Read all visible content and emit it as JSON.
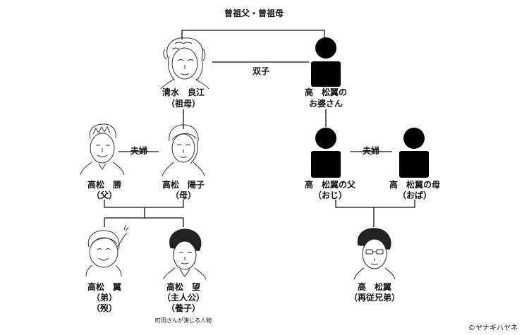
{
  "top_label": "曾祖父・曾祖母",
  "relations": {
    "twins": "双子",
    "couple_left": "夫婦",
    "couple_right": "夫婦"
  },
  "people": {
    "shimizu": {
      "name": "清水　良江",
      "role": "（祖母）"
    },
    "takamatsu_grandma": {
      "name": "高　松翼の",
      "role": "お婆さん"
    },
    "masaru": {
      "name": "高松　勝",
      "role": "（父）"
    },
    "yoko": {
      "name": "高松　陽子",
      "role": "（母）"
    },
    "uncle": {
      "name": "高　松翼の父",
      "role": "（おじ）"
    },
    "aunt": {
      "name": "高　松翼の母",
      "role": "（おば）"
    },
    "tsubasa_brother": {
      "name": "高松　翼",
      "role": "（弟）",
      "note": "（歿）"
    },
    "nozomu": {
      "name": "高松　望",
      "role": "（主人公）",
      "note": "（養子）",
      "caption": "町田さんが演じる人物"
    },
    "tsubasa_cousin": {
      "name": "高　松翼",
      "role": "（再従兄弟）"
    }
  },
  "credit": "©ヤナギハヤネ",
  "colors": {
    "line": "#111111",
    "silhouette": "#000000"
  }
}
